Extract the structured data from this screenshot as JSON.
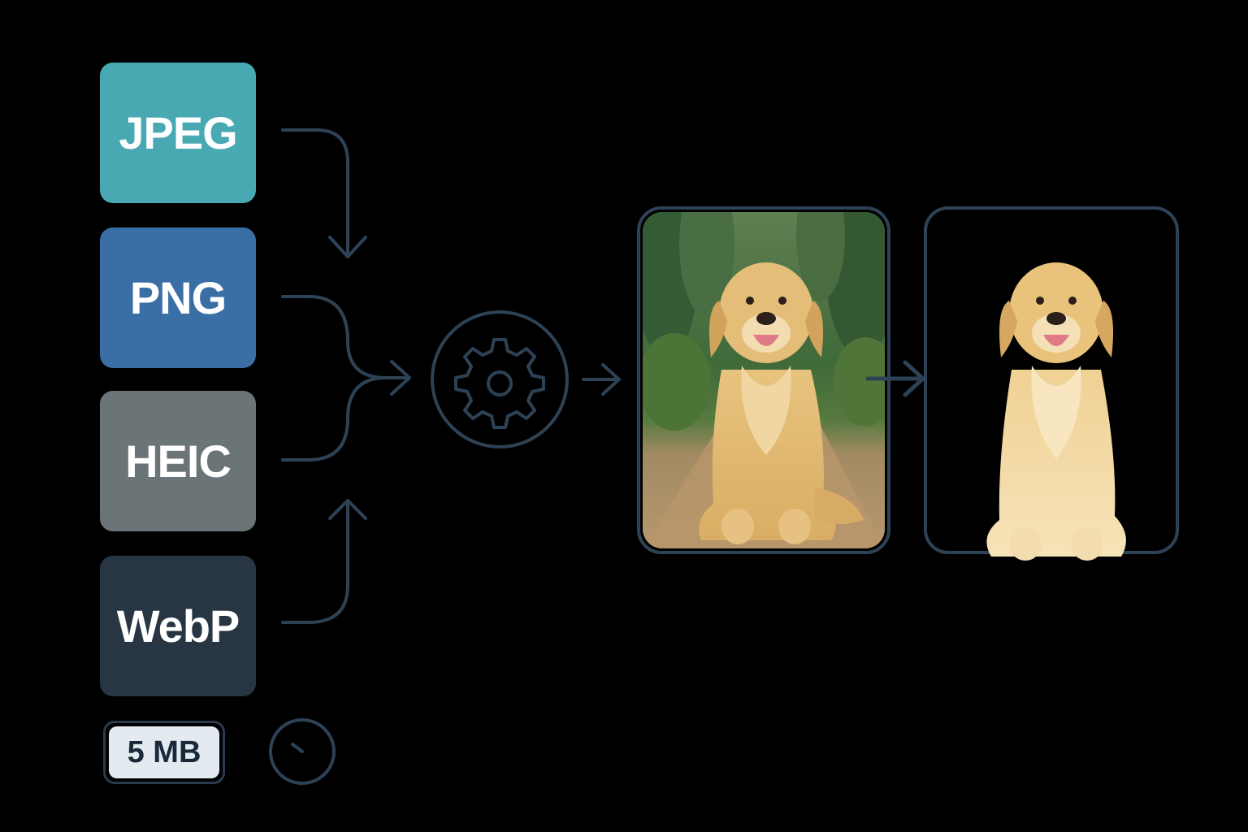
{
  "formats": [
    {
      "id": "jpeg",
      "label": "JPEG",
      "color": "#48a9b3"
    },
    {
      "id": "png",
      "label": "PNG",
      "color": "#3a6fa6"
    },
    {
      "id": "heic",
      "label": "HEIC",
      "color": "#6b7476"
    },
    {
      "id": "webp",
      "label": "WebP",
      "color": "#283644"
    }
  ],
  "size_limit": "5 MB",
  "icons": {
    "process": "gear-icon",
    "time": "clock-icon",
    "input_photo": "dog-photo-with-background",
    "output_photo": "dog-photo-background-removed"
  },
  "colors": {
    "line": "#2e4256",
    "background": "#000000"
  }
}
